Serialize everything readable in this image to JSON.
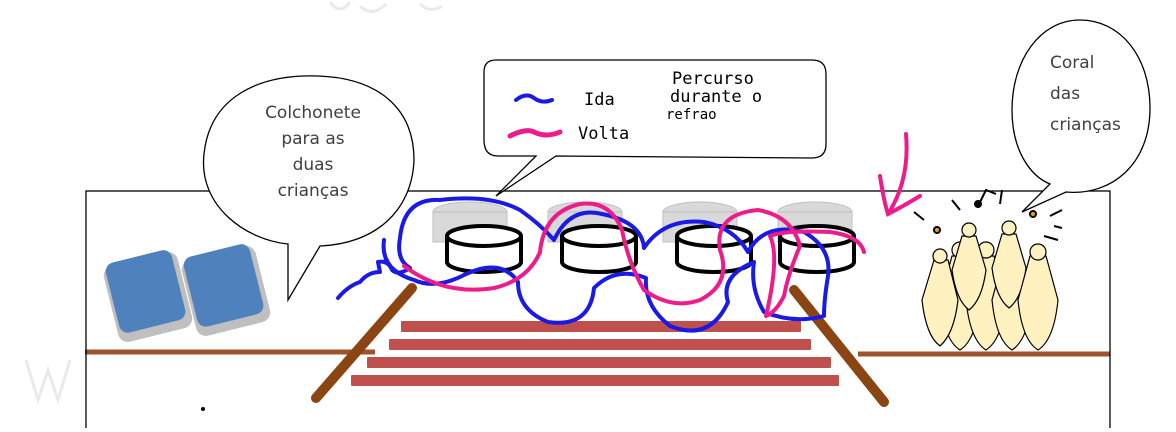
{
  "bubble_mats": {
    "lines": [
      "Colchonete",
      "para as",
      "duas",
      "crianças"
    ]
  },
  "bubble_legend": {
    "ida": "Ida",
    "volta": "Volta",
    "percurso_lines": [
      "Percurso",
      "durante o",
      "refrao"
    ]
  },
  "bubble_choir": {
    "lines": [
      "Coral",
      "das",
      "crianças"
    ]
  },
  "colors": {
    "ida": "#1a1ae6",
    "volta": "#ee1c8a",
    "stairs": "#c0504d",
    "wood": "#8b4513",
    "mat": "#4f81bd",
    "choir": "#fff2c0"
  },
  "icons": {
    "mats": "mat-icon",
    "drums": "drum-icon",
    "choir": "choir-figures-icon",
    "notes": "music-note-icon",
    "arrow": "pink-arrow-icon"
  }
}
